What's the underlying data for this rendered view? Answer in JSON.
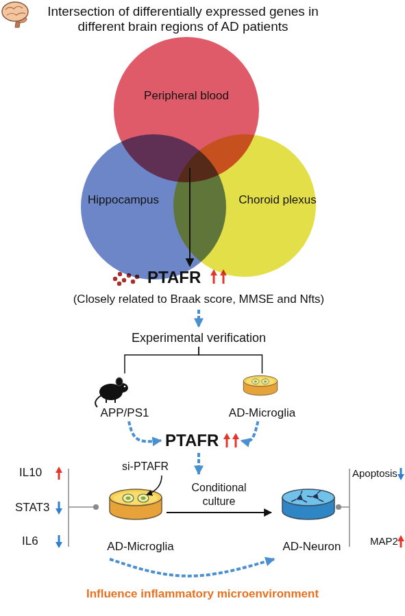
{
  "diagram": {
    "title": "Intersection of differentially expressed genes in different brain regions of AD patients",
    "nodes": [
      {
        "text": [
          "Peripheral blood"
        ]
      },
      {
        "text": [
          "Hippocampus"
        ]
      },
      {
        "text": [
          "Choroid plexus"
        ]
      },
      {
        "text": [
          "PTAFR"
        ]
      },
      {
        "text": [
          "Experimental verification"
        ]
      },
      {
        "text": [
          "APP/PS1"
        ]
      },
      {
        "text": [
          "AD-Microglia"
        ]
      },
      {
        "text": [
          "PTAFR"
        ]
      },
      {
        "text": [
          "AD-Microglia"
        ]
      },
      {
        "text": [
          "AD-Neuron"
        ]
      }
    ],
    "edges": [
      {
        "from": 0,
        "to": 3,
        "arrow": "to"
      },
      {
        "from": 1,
        "to": 3,
        "arrow": "to"
      },
      {
        "from": 2,
        "to": 3,
        "arrow": "to"
      },
      {
        "from": 3,
        "to": 4,
        "arrow": "to"
      },
      {
        "from": 4,
        "to": 5,
        "arrow": "none"
      },
      {
        "from": 4,
        "to": 6,
        "arrow": "none"
      },
      {
        "from": 5,
        "to": 7,
        "arrow": "to"
      },
      {
        "from": 6,
        "to": 7,
        "arrow": "to"
      },
      {
        "from": 7,
        "to": 8,
        "arrow": "to"
      },
      {
        "from": 8,
        "to": 9,
        "label": "Conditional culture",
        "arrow": "to"
      },
      {
        "from": 8,
        "to": 9,
        "arrow": "to"
      }
    ],
    "labels": [
      "(Closely related to Braak score, MMSE and Nfts)",
      "si-PTAFR",
      "IL10",
      "STAT3",
      "IL6",
      "Apoptosis",
      "MAP2",
      "Influence inflammatory microenvironment"
    ]
  }
}
